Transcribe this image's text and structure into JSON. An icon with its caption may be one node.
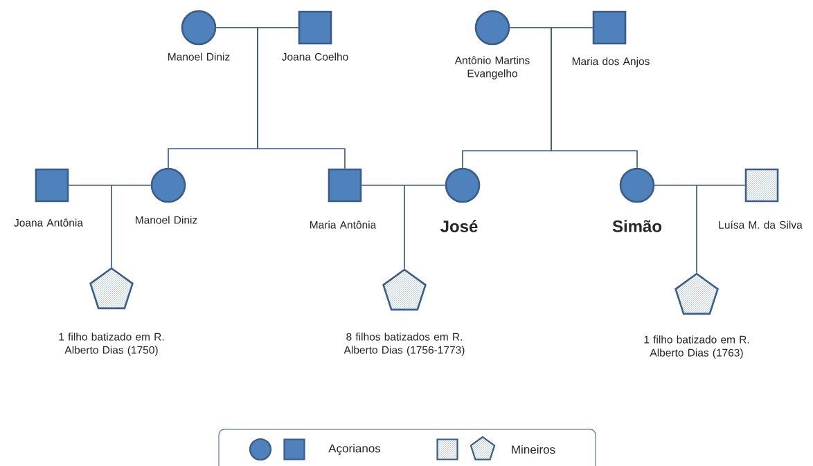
{
  "diagram": {
    "nodes": [
      {
        "text": [],
        "shape": "circle",
        "beside": [
          "Manoel Diniz"
        ]
      },
      {
        "text": [],
        "shape": "box",
        "beside": [
          "Joana Coelho"
        ]
      },
      {
        "text": [],
        "shape": "circle",
        "beside": [
          "Antônio Martins Evangelho"
        ]
      },
      {
        "text": [],
        "shape": "box",
        "beside": [
          "Maria dos Anjos"
        ]
      },
      {
        "text": [],
        "shape": "box",
        "beside": [
          "Joana Antônia"
        ]
      },
      {
        "text": [],
        "shape": "circle",
        "beside": [
          "Manoel Diniz"
        ]
      },
      {
        "text": [],
        "shape": "box",
        "beside": [
          "Maria Antônia"
        ]
      },
      {
        "text": [],
        "shape": "circle",
        "beside": [
          "José"
        ]
      },
      {
        "text": [],
        "shape": "circle",
        "beside": [
          "Simão"
        ]
      },
      {
        "text": [],
        "shape": "box",
        "beside": [
          "Luísa M. da Silva"
        ]
      },
      {
        "text": [],
        "shape": "pentagon",
        "beside": [
          "1 filho batizado em R. Alberto Dias (1750)"
        ]
      },
      {
        "text": [],
        "shape": "pentagon",
        "beside": [
          "8 filhos batizados em R. Alberto Dias (1756-1773)"
        ]
      },
      {
        "text": [],
        "shape": "pentagon",
        "beside": [
          "1 filho batizado em R. Alberto Dias (1763)"
        ]
      }
    ],
    "edges": [
      {
        "from": 0,
        "to": 1,
        "arrow": "none"
      },
      {
        "from": 0,
        "to": 5,
        "arrow": "none"
      },
      {
        "from": 1,
        "to": 5,
        "arrow": "none"
      },
      {
        "from": 0,
        "to": 6,
        "arrow": "none"
      },
      {
        "from": 1,
        "to": 6,
        "arrow": "none"
      },
      {
        "from": 2,
        "to": 3,
        "arrow": "none"
      },
      {
        "from": 2,
        "to": 7,
        "arrow": "none"
      },
      {
        "from": 3,
        "to": 7,
        "arrow": "none"
      },
      {
        "from": 2,
        "to": 8,
        "arrow": "none"
      },
      {
        "from": 3,
        "to": 8,
        "arrow": "none"
      },
      {
        "from": 4,
        "to": 5,
        "arrow": "none"
      },
      {
        "from": 4,
        "to": 10,
        "arrow": "none"
      },
      {
        "from": 5,
        "to": 10,
        "arrow": "none"
      },
      {
        "from": 6,
        "to": 7,
        "arrow": "none"
      },
      {
        "from": 6,
        "to": 11,
        "arrow": "none"
      },
      {
        "from": 7,
        "to": 11,
        "arrow": "none"
      },
      {
        "from": 8,
        "to": 9,
        "arrow": "none"
      },
      {
        "from": 8,
        "to": 12,
        "arrow": "none"
      },
      {
        "from": 9,
        "to": 12,
        "arrow": "none"
      }
    ],
    "legend": [
      {
        "text": "Açorianos"
      },
      {
        "text": "Mineiros"
      }
    ]
  }
}
